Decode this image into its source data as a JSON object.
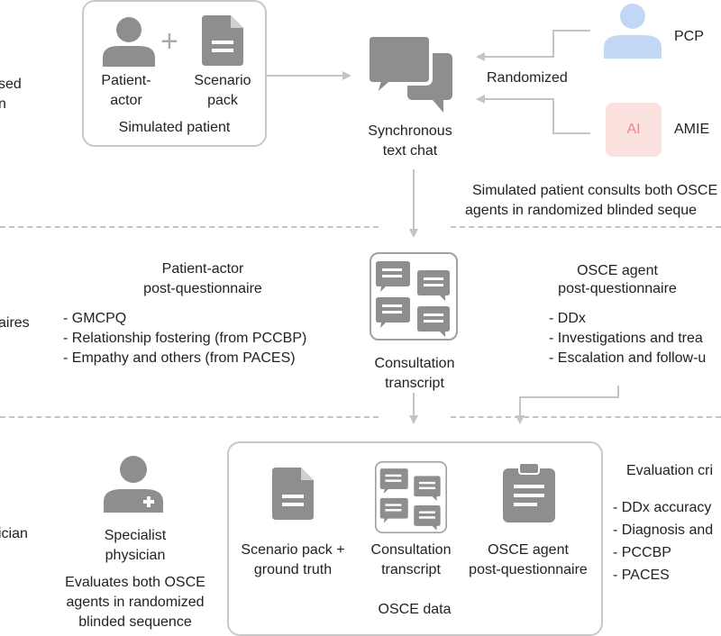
{
  "left_edge": {
    "row1": [
      "sed",
      "n"
    ],
    "row2": "aires",
    "row3": "ician"
  },
  "top": {
    "simulated_patient_box": {
      "patient_actor": [
        "Patient-",
        "actor"
      ],
      "plus": "+",
      "scenario_pack": [
        "Scenario",
        "pack"
      ],
      "caption": "Simulated patient"
    },
    "chat": {
      "label": [
        "Synchronous",
        "text chat"
      ]
    },
    "randomized": "Randomized",
    "pcp": "PCP",
    "ai_badge": "AI",
    "amie": "AMIE",
    "note": [
      "Simulated patient consults both OSCE",
      "agents in randomized blinded seque"
    ]
  },
  "middle": {
    "patient_q": {
      "title": [
        "Patient-actor",
        "post-questionnaire"
      ],
      "items": [
        "GMCPQ",
        "Relationship fostering (from PCCBP)",
        "Empathy and others (from PACES)"
      ]
    },
    "transcript": [
      "Consultation",
      "transcript"
    ],
    "osce_q": {
      "title": [
        "OSCE agent",
        "post-questionnaire"
      ],
      "items": [
        "DDx",
        "Investigations and trea",
        "Escalation and follow-u"
      ]
    }
  },
  "bottom": {
    "specialist": [
      "Specialist",
      "physician"
    ],
    "specialist_note": [
      "Evaluates both OSCE",
      "agents in randomized",
      "blinded sequence"
    ],
    "osce_data": {
      "scenario": [
        "Scenario pack +",
        "ground truth"
      ],
      "transcript": [
        "Consultation",
        "transcript"
      ],
      "agent_q": [
        "OSCE agent",
        "post-questionnaire"
      ],
      "caption": "OSCE data"
    },
    "criteria": {
      "title": "Evaluation cri",
      "items": [
        "DDx accuracy",
        "Diagnosis and",
        "PCCBP",
        "PACES"
      ]
    }
  },
  "colors": {
    "icon_gray": "#8e8e8e",
    "arrow_gray": "#c4c4c4",
    "pcp_blue": "#c2d6f5",
    "ai_pink": "#fbe2df",
    "ai_text": "#e48a80"
  }
}
